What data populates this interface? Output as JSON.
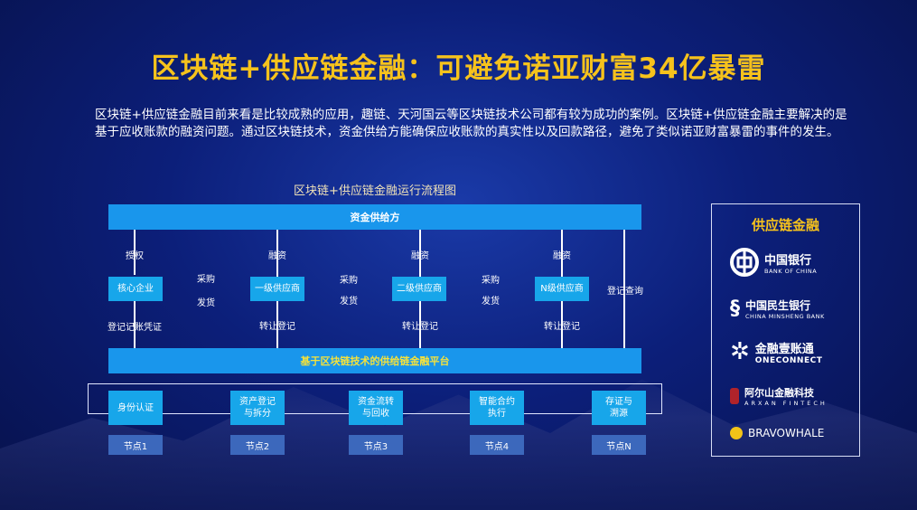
{
  "title": "区块链+供应链金融：可避免诺亚财富34亿暴雷",
  "paragraph": "区块链+供应链金融目前来看是比较成熟的应用，趣链、天河国云等区块链技术公司都有较为成功的案例。区块链+供应链金融主要解决的是基于应收账款的融资问题。通过区块链技术，资金供给方能确保应收账款的真实性以及回款路径，避免了类似诺亚财富暴雷的事件的发生。",
  "diagram": {
    "title": "区块链+供应链金融运行流程图",
    "top_bar": "资金供给方",
    "bottom_bar": "基于区块链技术的供给链金融平台",
    "entities": [
      "核心企业",
      "一级供应商",
      "二级供应商",
      "N级供应商"
    ],
    "up_labels": [
      "授权",
      "融资",
      "融资",
      "融资"
    ],
    "down_labels": [
      "登记记账凭证",
      "转让登记",
      "转让登记",
      "转让登记"
    ],
    "between": [
      {
        "a": "采购",
        "b": "发货"
      },
      {
        "a": "采购",
        "b": "发货"
      },
      {
        "a": "采购",
        "b": "发货"
      }
    ],
    "query_label": "登记查询",
    "functions": [
      "身份认证",
      "资产登记\n与拆分",
      "资金流转\n与回收",
      "智能合约\n执行",
      "存证与\n溯源"
    ],
    "nodes": [
      "节点1",
      "节点2",
      "节点3",
      "节点4",
      "节点N"
    ]
  },
  "panel": {
    "title": "供应链金融",
    "logos": [
      {
        "name": "中国银行",
        "sub": "BANK OF CHINA"
      },
      {
        "name": "中国民生银行",
        "sub": "CHINA MINSHENG BANK"
      },
      {
        "name": "金融壹账通",
        "sub": "ONECONNECT"
      },
      {
        "name": "阿尔山金融科技",
        "sub": "ARXAN FINTECH"
      },
      {
        "name": "BRAVOWHALE",
        "sub": ""
      }
    ]
  }
}
